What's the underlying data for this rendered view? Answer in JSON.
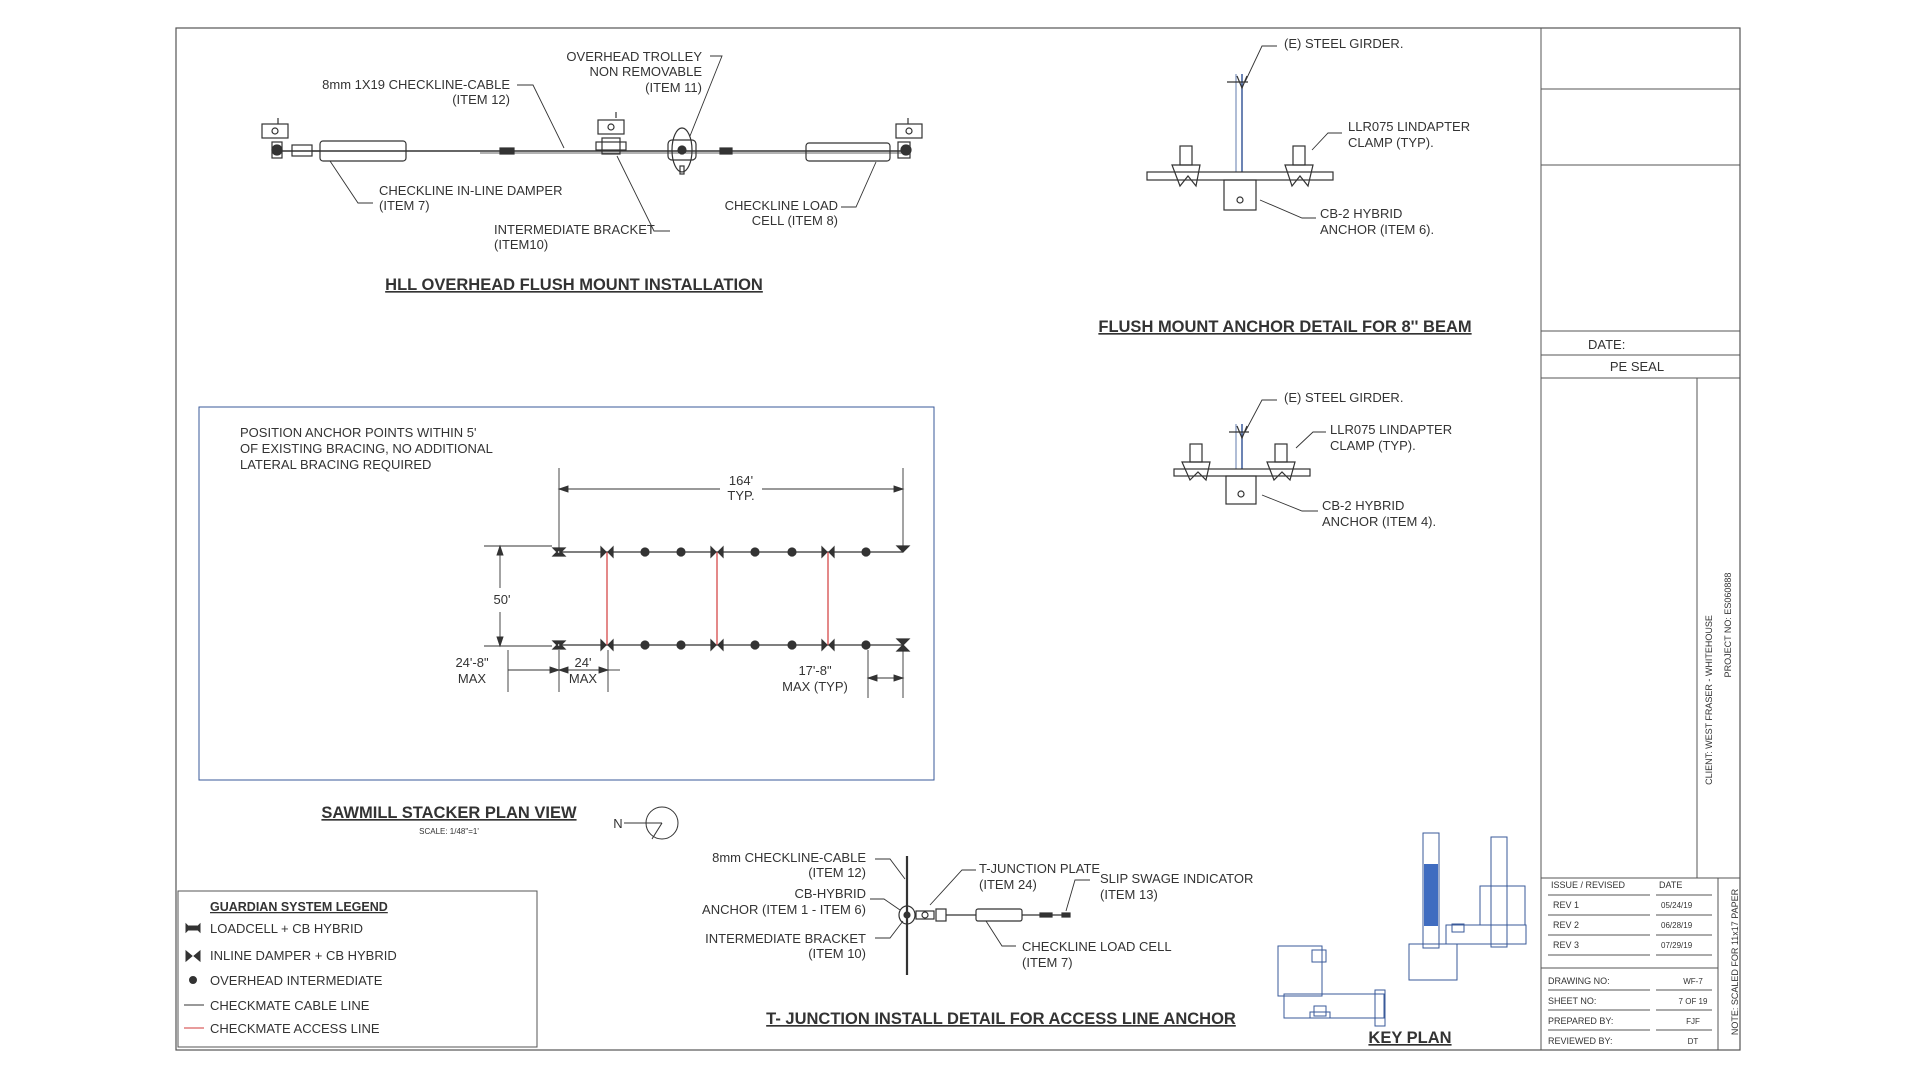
{
  "hll": {
    "title": "HLL OVERHEAD FLUSH MOUNT INSTALLATION",
    "cable": [
      "8mm 1X19 CHECKLINE-CABLE",
      "(ITEM 12)"
    ],
    "trolley": [
      "OVERHEAD TROLLEY",
      "NON REMOVABLE",
      "(ITEM 11)"
    ],
    "damper": [
      "CHECKLINE IN-LINE DAMPER",
      "(ITEM 7)"
    ],
    "bracket": [
      "INTERMEDIATE BRACKET",
      "(ITEM10)"
    ],
    "loadcell": [
      "CHECKLINE LOAD",
      "CELL (ITEM 8)"
    ]
  },
  "anchor8": {
    "title": "FLUSH MOUNT ANCHOR DETAIL FOR 8'' BEAM",
    "girder": "(E) STEEL GIRDER.",
    "clamp": [
      "LLR075 LINDAPTER",
      "CLAMP (TYP)."
    ],
    "anchor": [
      "CB-2 HYBRID",
      "ANCHOR (ITEM 6)."
    ]
  },
  "anchor2": {
    "girder": "(E) STEEL GIRDER.",
    "clamp": [
      "LLR075 LINDAPTER",
      "CLAMP (TYP)."
    ],
    "anchor": [
      "CB-2 HYBRID",
      "ANCHOR (ITEM 4)."
    ]
  },
  "plan": {
    "title": "SAWMILL STACKER PLAN VIEW",
    "scale": "SCALE: 1/48\"=1'",
    "north": "N",
    "note": [
      "POSITION ANCHOR POINTS WITHIN  5'",
      "OF EXISTING BRACING, NO ADDITIONAL",
      "LATERAL BRACING REQUIRED"
    ],
    "dim_top": [
      "164'",
      "TYP."
    ],
    "dim_side": "50'",
    "dim_left": [
      "24'-8\"",
      "MAX"
    ],
    "dim_mid": [
      "24'",
      "MAX"
    ],
    "dim_right": [
      "17'-8\"",
      "MAX (TYP)"
    ]
  },
  "legend": {
    "title": "GUARDIAN SYSTEM LEGEND",
    "items": [
      "LOADCELL + CB HYBRID",
      "INLINE DAMPER + CB HYBRID",
      "OVERHEAD INTERMEDIATE",
      "CHECKMATE CABLE LINE",
      "CHECKMATE ACCESS LINE"
    ]
  },
  "tjunction": {
    "title": "T- JUNCTION INSTALL DETAIL FOR ACCESS LINE ANCHOR",
    "cable": [
      "8mm CHECKLINE-CABLE",
      "(ITEM 12)"
    ],
    "hybrid": [
      "CB-HYBRID",
      "ANCHOR (ITEM 1 - ITEM 6)"
    ],
    "bracket": [
      "INTERMEDIATE BRACKET",
      "(ITEM 10)"
    ],
    "plate": [
      "T-JUNCTION PLATE",
      "(ITEM 24)"
    ],
    "swage": [
      "SLIP SWAGE INDICATOR",
      "(ITEM 13)"
    ],
    "loadcell": [
      "CHECKLINE LOAD CELL",
      "(ITEM 7)"
    ]
  },
  "keyplan": {
    "title": "KEY PLAN"
  },
  "titleblock": {
    "date_label": "DATE:",
    "pe_seal": "PE SEAL",
    "client": "CLIENT: WEST FRASER - WHITEHOUSE",
    "project": "PROJECT NO: ES060888",
    "note": "NOTE: SCALED FOR 11x17 PAPER",
    "issue_header": "ISSUE / REVISED",
    "date_header": "DATE",
    "revisions": [
      {
        "label": "REV 1",
        "date": "05/24/19"
      },
      {
        "label": "REV 2",
        "date": "06/28/19"
      },
      {
        "label": "REV 3",
        "date": "07/29/19"
      }
    ],
    "fields": [
      {
        "label": "DRAWING NO:",
        "value": "WF-7"
      },
      {
        "label": "SHEET NO:",
        "value": "7 OF 19"
      },
      {
        "label": "PREPARED BY:",
        "value": "FJF"
      },
      {
        "label": "REVIEWED BY:",
        "value": "DT"
      }
    ]
  },
  "colors": {
    "line": "#333333",
    "access_line": "#d23a3a",
    "frame_blue": "#3a5a9a",
    "key_fill": "#3f6cc0"
  }
}
